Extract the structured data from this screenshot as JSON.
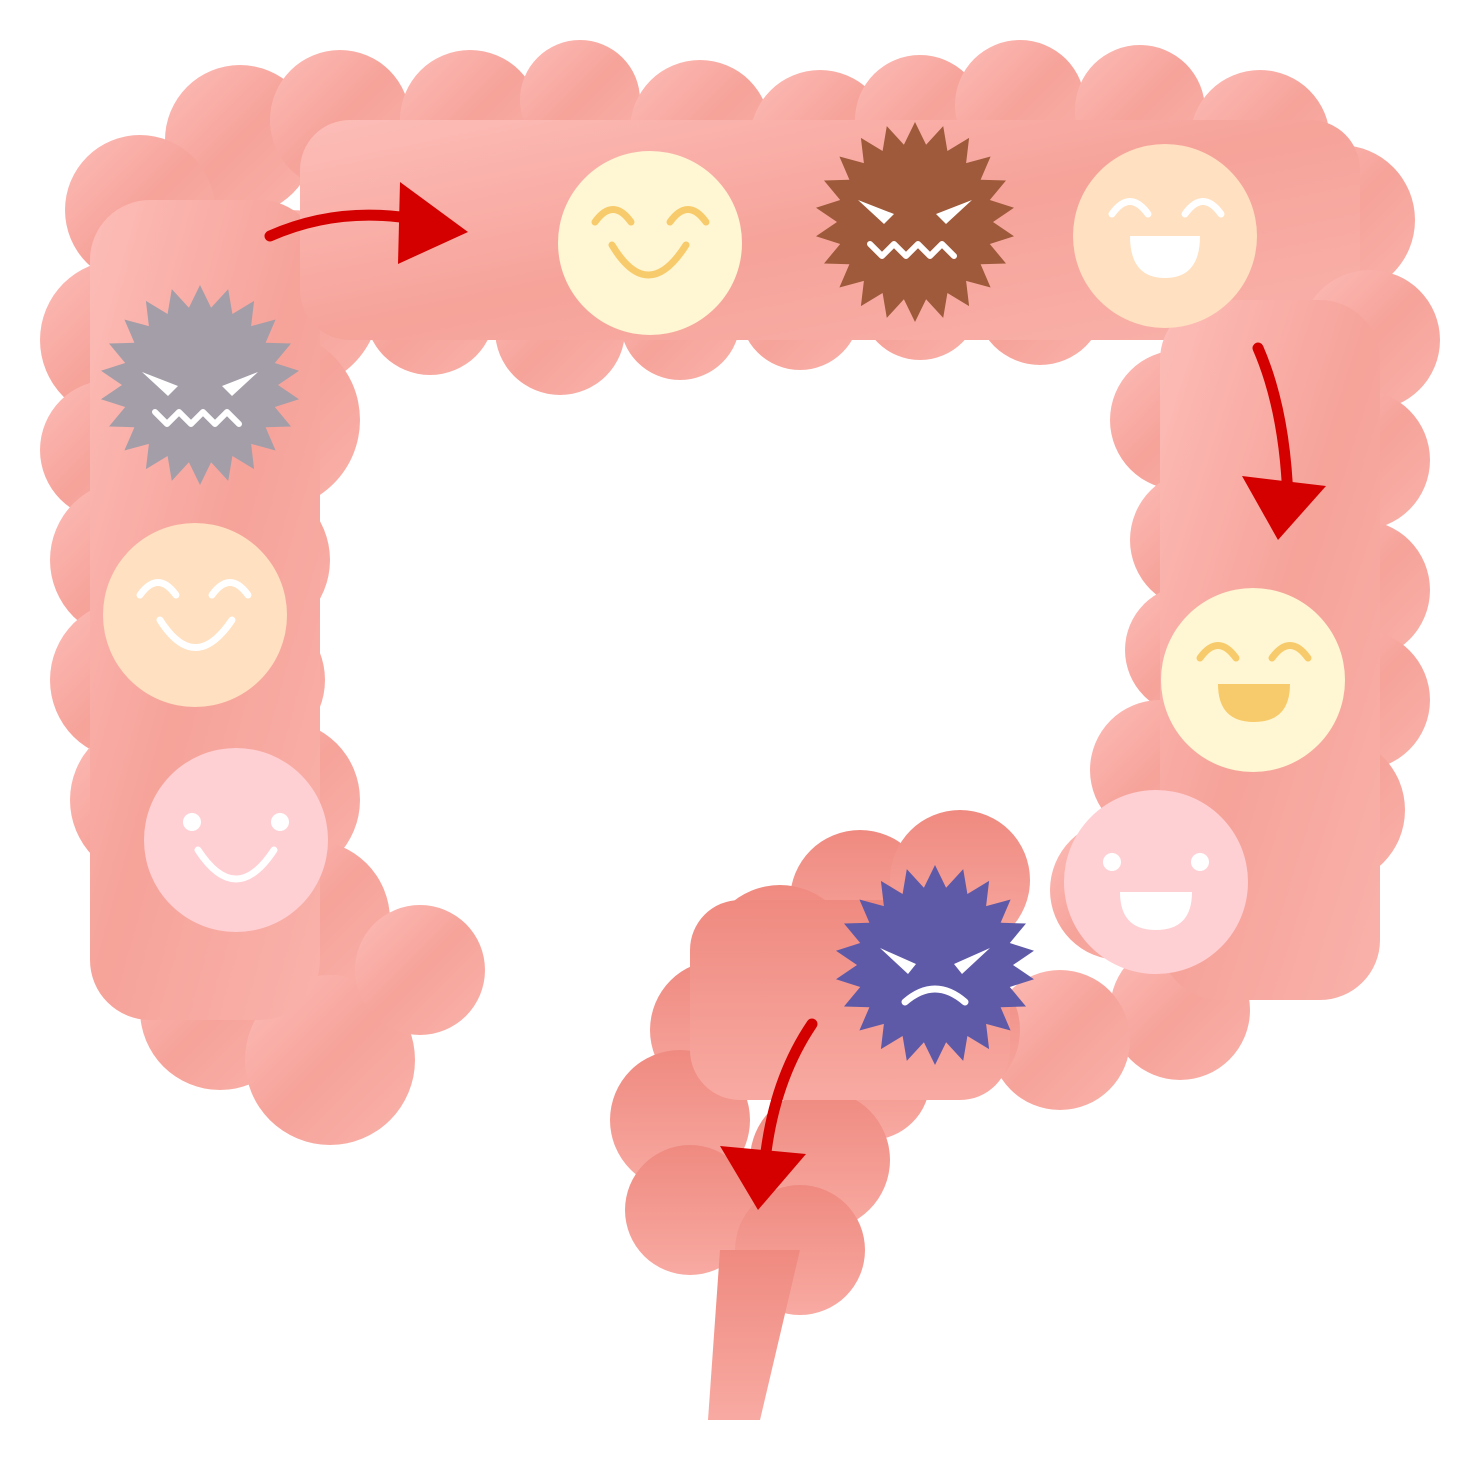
{
  "colors": {
    "intestine": "#f6a39a",
    "intestine_light": "#fdbdb8",
    "intestine_dark": "#ef8a80",
    "arrow": "#d40000",
    "good_cream": "#fff6d3",
    "good_peach": "#ffe0c0",
    "good_pink": "#ffd0d3",
    "smile_yellow": "#f7cb6b",
    "bad_gray": "#a49ea8",
    "bad_brown": "#9e5a3a",
    "bad_purple": "#5f5aa8"
  },
  "characters": [
    {
      "name": "bad-germ-gray-icon",
      "kind": "bad",
      "face": "evil",
      "color": "bad_gray"
    },
    {
      "name": "good-germ-peach-icon",
      "kind": "good",
      "face": "smile",
      "color": "good_peach"
    },
    {
      "name": "good-germ-pink-icon",
      "kind": "good",
      "face": "dot-smile",
      "color": "good_pink"
    },
    {
      "name": "good-germ-cream-icon",
      "kind": "good",
      "face": "smile",
      "color": "good_cream"
    },
    {
      "name": "bad-germ-brown-icon",
      "kind": "bad",
      "face": "evil",
      "color": "bad_brown"
    },
    {
      "name": "good-germ-peach-laughing-icon",
      "kind": "good",
      "face": "laugh",
      "color": "good_peach"
    },
    {
      "name": "good-germ-cream-laughing-icon",
      "kind": "good",
      "face": "laugh-yellow",
      "color": "good_cream"
    },
    {
      "name": "good-germ-pink-laughing-icon",
      "kind": "good",
      "face": "dot-laugh",
      "color": "good_pink"
    },
    {
      "name": "bad-germ-purple-icon",
      "kind": "bad",
      "face": "angry",
      "color": "bad_purple"
    }
  ],
  "arrows": [
    {
      "name": "flow-arrow-top-icon"
    },
    {
      "name": "flow-arrow-right-icon"
    },
    {
      "name": "flow-arrow-bottom-icon"
    }
  ]
}
